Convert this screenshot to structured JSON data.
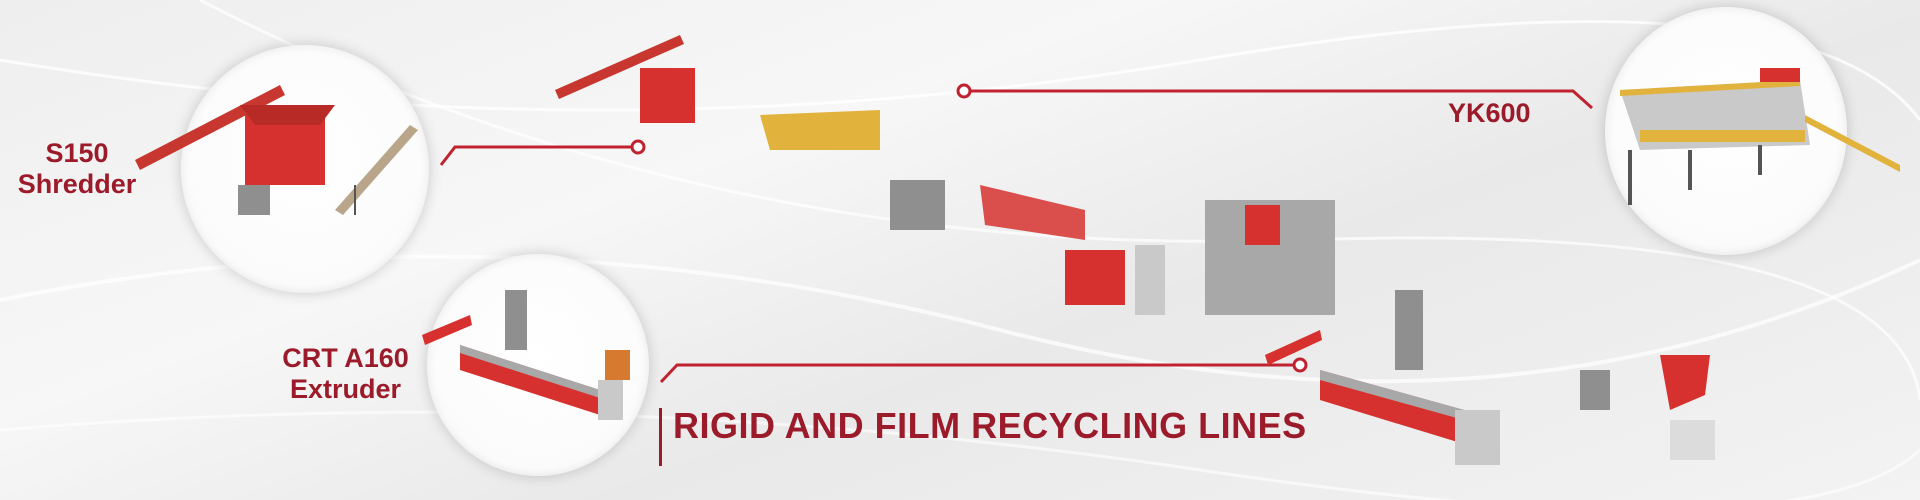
{
  "products": {
    "shredder": {
      "line1": "S150",
      "line2": "Shredder"
    },
    "extruder": {
      "line1": "CRT A160",
      "line2": "Extruder"
    },
    "washer": {
      "line1": "YK600"
    }
  },
  "title": "RIGID AND FILM RECYCLING LINES",
  "colors": {
    "brand": "#9b1b2a",
    "line": "#c0232f",
    "machine_red": "#d6312f",
    "machine_grey": "#8f8f8f",
    "machine_yellow": "#e2b33c"
  }
}
